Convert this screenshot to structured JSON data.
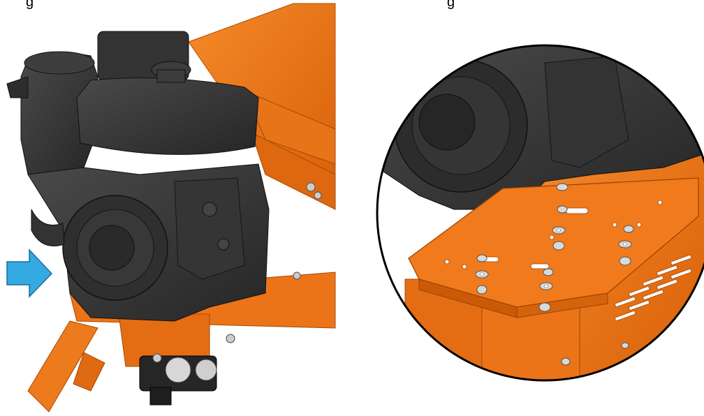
{
  "header": {
    "left_caption": "g",
    "right_caption": "g"
  },
  "figure": {
    "left_view": "engine-mounted-on-frame",
    "right_view": "detail-magnified-mounting-plate",
    "arrow_color": "#35a9e1",
    "frame_color": "#f07010",
    "engine_color": "#3a3a3a",
    "hardware_color": "#c8c8c8"
  }
}
